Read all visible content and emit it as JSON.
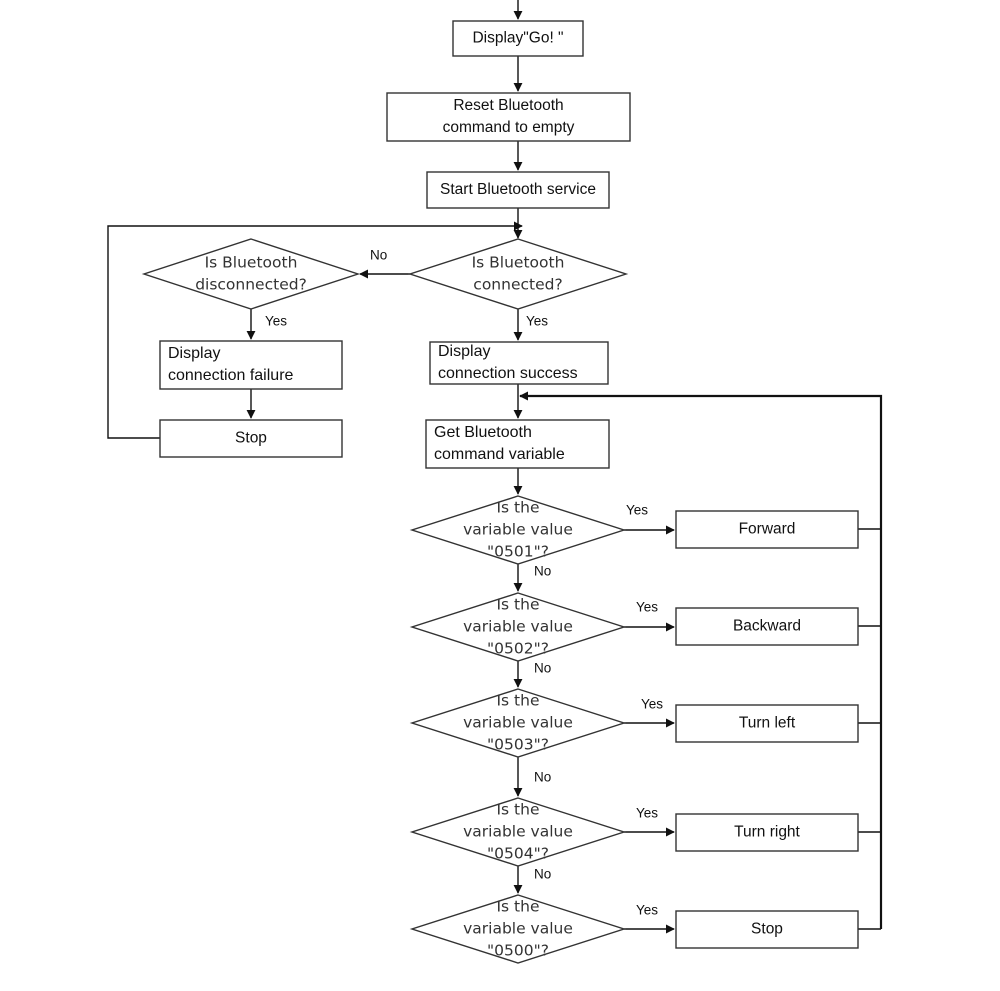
{
  "nodes": {
    "display_go": [
      "Display\"Go!  \""
    ],
    "reset_bt": [
      "Reset Bluetooth",
      "command to empty"
    ],
    "start_bt": [
      "Start Bluetooth service"
    ],
    "is_connected": [
      "Is Bluetooth",
      "connected?"
    ],
    "is_disconnected": [
      "Is Bluetooth",
      "disconnected?"
    ],
    "display_failure": [
      "Display",
      "connection failure"
    ],
    "stop_left": [
      "Stop"
    ],
    "display_success": [
      "Display",
      "connection success"
    ],
    "get_variable": [
      "Get Bluetooth",
      "command variable"
    ],
    "q_0501": [
      "Is the",
      "variable  value",
      "\"0501\"?"
    ],
    "q_0502": [
      "Is the",
      "variable  value",
      "\"0502\"?"
    ],
    "q_0503": [
      "Is the",
      "variable  value",
      "\"0503\"?"
    ],
    "q_0504": [
      "Is the",
      "variable  value",
      "\"0504\"?"
    ],
    "q_0500": [
      "Is the",
      "variable  value",
      "\"0500\"?"
    ],
    "forward": [
      "Forward"
    ],
    "backward": [
      "Backward"
    ],
    "turn_left": [
      "Turn left"
    ],
    "turn_right": [
      "Turn right"
    ],
    "stop_right": [
      "Stop"
    ]
  },
  "edge_labels": {
    "yes": "Yes",
    "no": "No"
  }
}
